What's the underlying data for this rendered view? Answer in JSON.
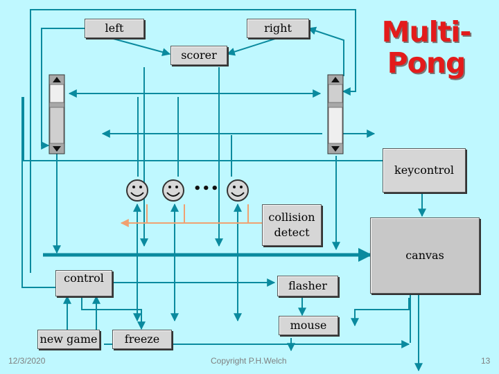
{
  "title": {
    "line1": "Multi-",
    "line2": "Pong"
  },
  "nodes": {
    "left": "left",
    "right": "right",
    "scorer": "scorer",
    "keycontrol": "keycontrol",
    "collision": {
      "line1": "collision",
      "line2": "detect"
    },
    "canvas": "canvas",
    "control": "control",
    "flasher": "flasher",
    "new_game": "new game",
    "freeze": "freeze",
    "mouse": "mouse"
  },
  "ellipsis": "•••",
  "colors": {
    "background": "#bff8ff",
    "wire": "#0a8a9e",
    "collision_link": "#f0a070",
    "face": "#d8d8d8",
    "title": "#e31b1b"
  },
  "footer": {
    "date": "12/3/2020",
    "copyright": "Copyright P.H.Welch",
    "page": "13"
  }
}
